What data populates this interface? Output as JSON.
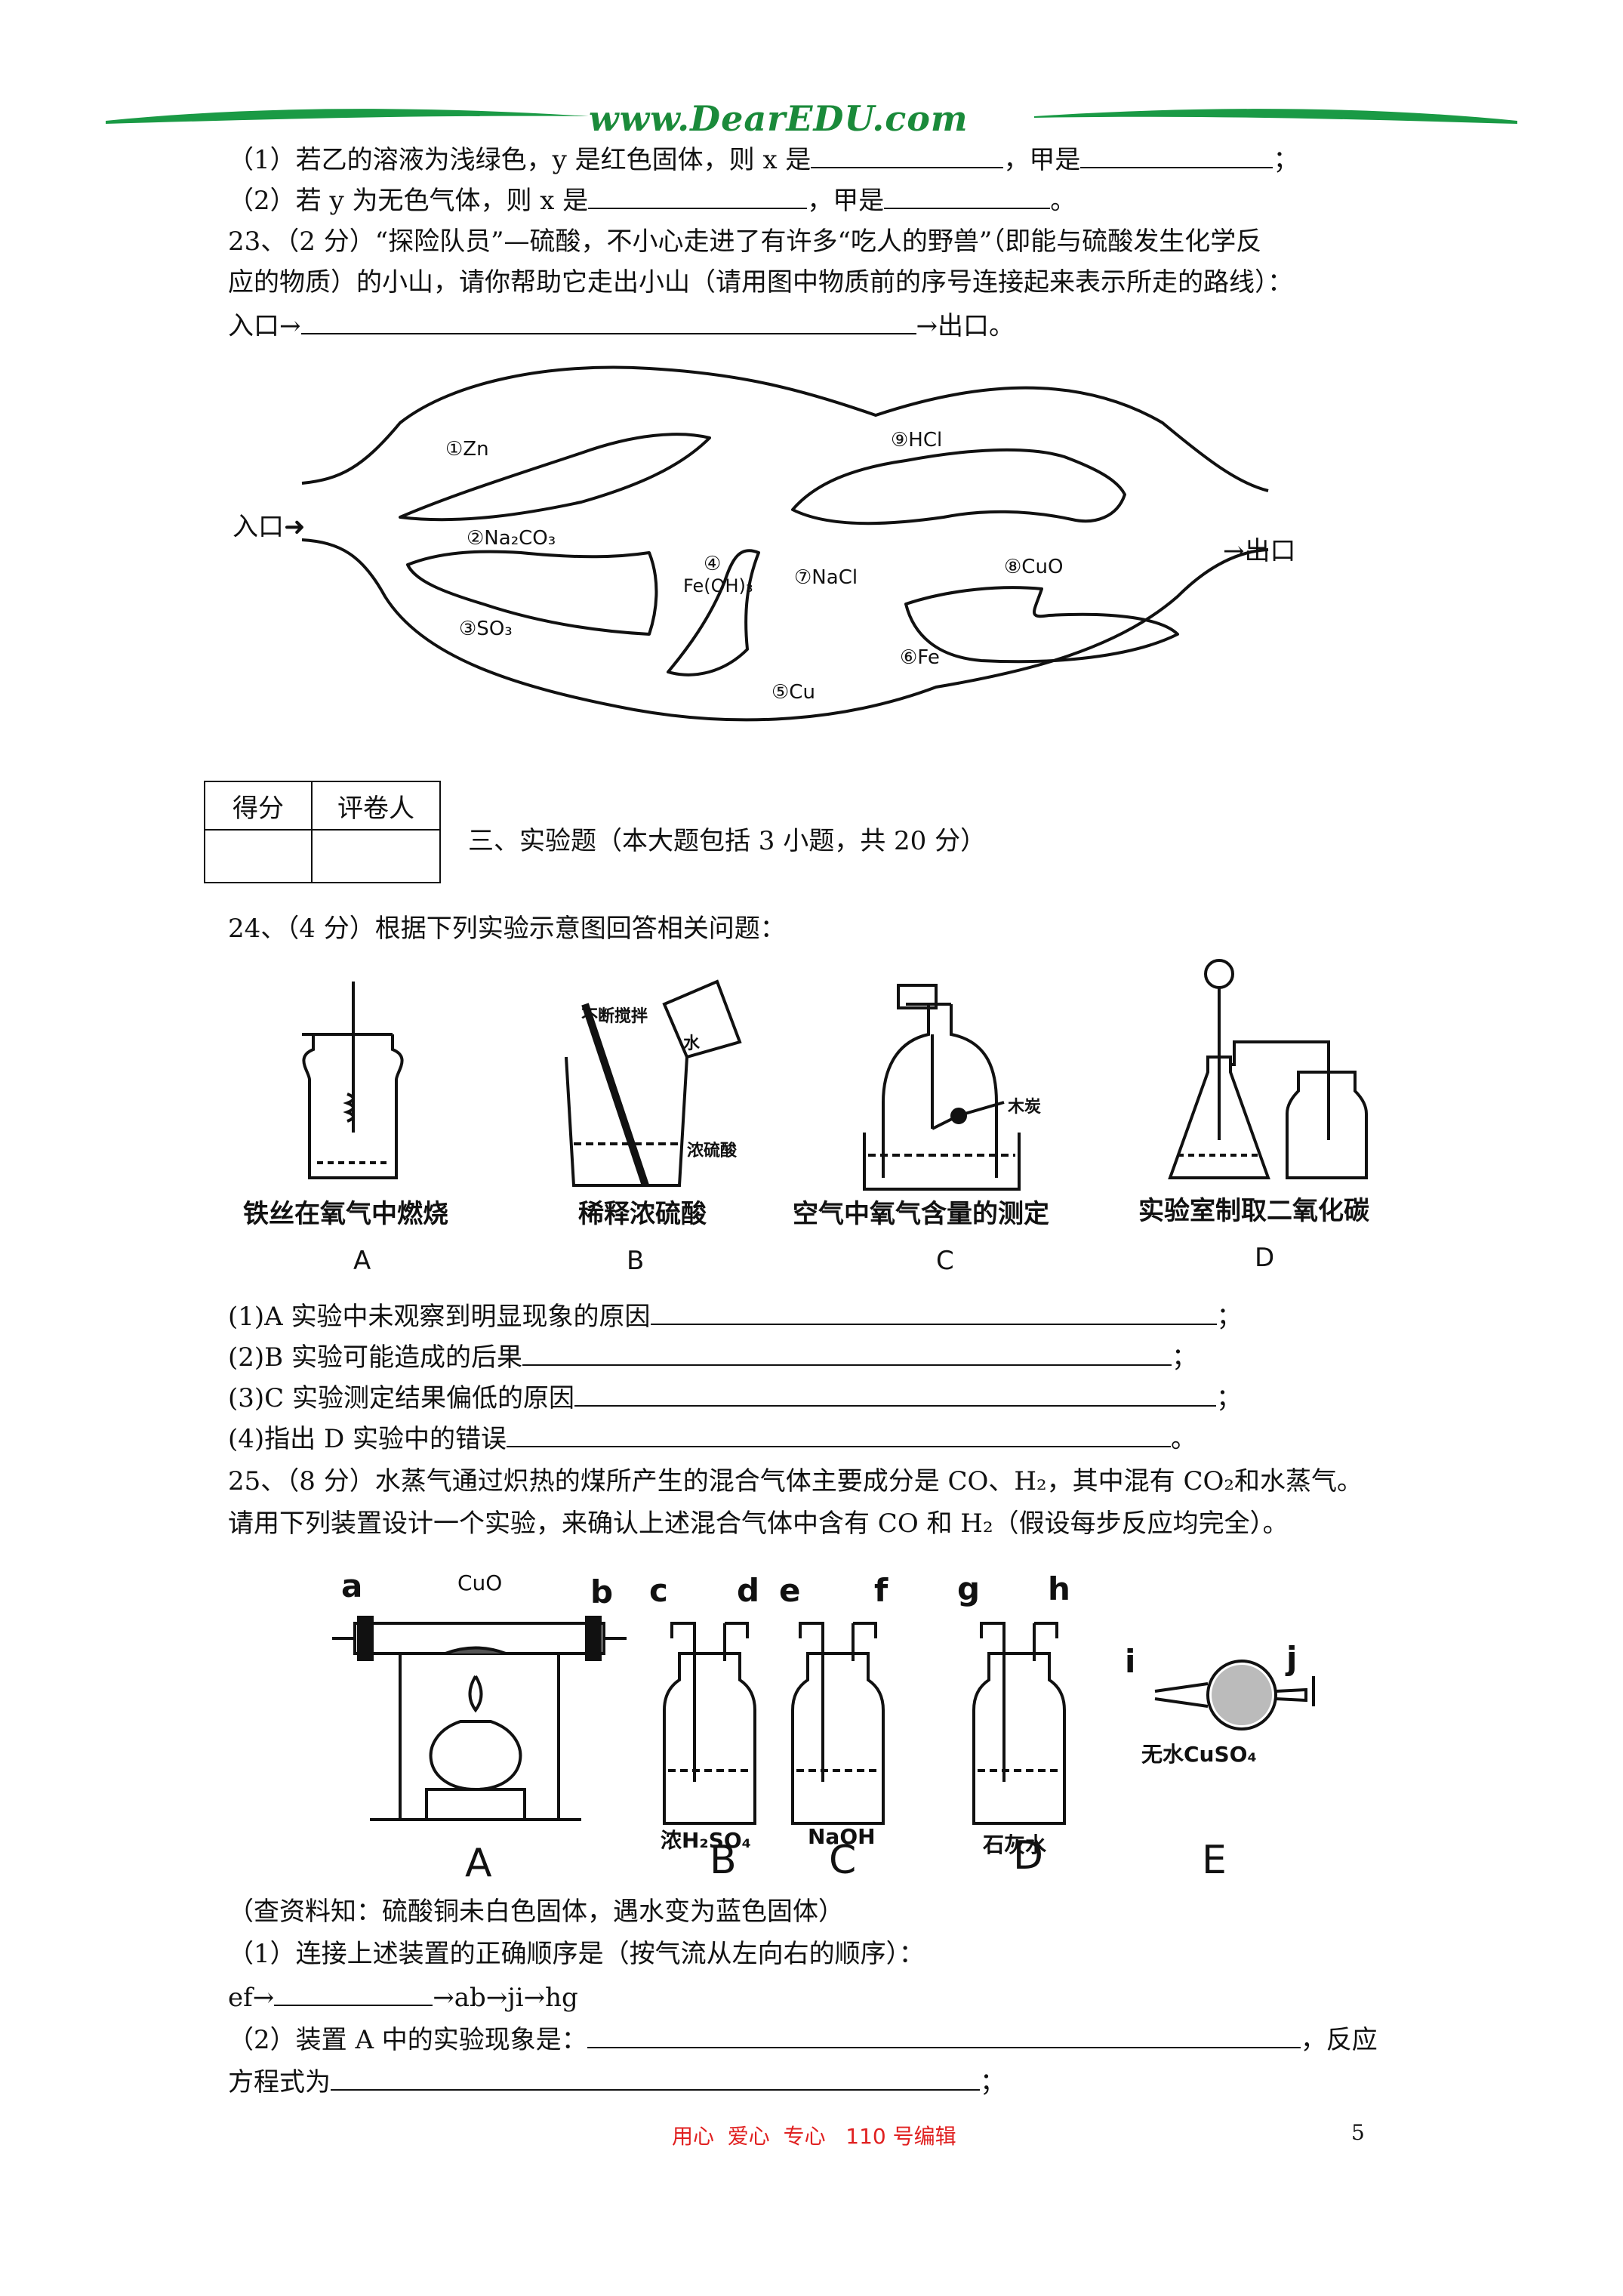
{
  "banner": {
    "text": "www.DearEDU.com"
  },
  "q22": {
    "p1": {
      "a": "（1）若乙的溶液为浅绿色，y 是红色固体，则 x 是",
      "b": "，甲是",
      "c": "；"
    },
    "p2": {
      "a": "（2）若 y 为无色气体，则 x 是",
      "b": "，甲是",
      "c": "。"
    }
  },
  "q23": {
    "line1": "23、（2 分）“探险队员”—硫酸，不小心走进了有许多“吃人的野兽”（即能与硫酸发生化学反",
    "line2": "应的物质）的小山，请你帮助它走出小山（请用图中物质前的序号连接起来表示所走的路线）：",
    "entry": "入口→",
    "exit": "→出口。",
    "map": {
      "entrance": "入口",
      "exit": "出口",
      "items": [
        "①Zn",
        "②Na₂CO₃",
        "③SO₃",
        "④",
        "Fe(OH)₃",
        "⑤Cu",
        "⑥Fe",
        "⑦NaCl",
        "⑧CuO",
        "⑨HCl"
      ]
    }
  },
  "score_box": {
    "col1": "得分",
    "col2": "评卷人"
  },
  "section3": {
    "title": "三、实验题（本大题包括 3 小题，共 20 分）"
  },
  "q24": {
    "intro": "24、（4 分）根据下列实验示意图回答相关问题：",
    "figs": [
      {
        "caption": "铁丝在氧气中燃烧",
        "letter": "A"
      },
      {
        "caption": "稀释浓硫酸",
        "letter": "B",
        "labels": [
          "不断搅拌",
          "水",
          "浓硫酸"
        ]
      },
      {
        "caption": "空气中氧气含量的测定",
        "letter": "C",
        "labels": [
          "木炭"
        ]
      },
      {
        "caption": "实验室制取二氧化碳",
        "letter": "D"
      }
    ],
    "q1": {
      "a": "(1)A 实验中未观察到明显现象的原因",
      "c": "；"
    },
    "q2": {
      "a": "(2)B 实验可能造成的后果",
      "c": "；"
    },
    "q3": {
      "a": "(3)C 实验测定结果偏低的原因",
      "c": "；"
    },
    "q4": {
      "a": "(4)指出 D 实验中的错误",
      "c": "。"
    }
  },
  "q25": {
    "line1": "25、（8 分）水蒸气通过炽热的煤所产生的混合气体主要成分是 CO、H₂，其中混有 CO₂和水蒸气。",
    "line2": "请用下列装置设计一个实验，来确认上述混合气体中含有 CO 和 H₂（假设每步反应均完全）。",
    "apparatus": {
      "ports": [
        "a",
        "b",
        "c",
        "d",
        "e",
        "f",
        "g",
        "h",
        "i",
        "j"
      ],
      "cuo": "CuO",
      "bottles": [
        "浓H₂SO₄",
        "NaOH",
        "石灰水"
      ],
      "cuso4": "无水CuSO₄",
      "letters": [
        "A",
        "B",
        "C",
        "D",
        "E"
      ]
    },
    "note": "（查资料知：硫酸铜未白色固体，遇水变为蓝色固体）",
    "s1": "（1）连接上述装置的正确顺序是（按气流从左向右的顺序）：",
    "s1_seq": {
      "a": "ef→",
      "b": "→ab→ji→hg"
    },
    "s2": {
      "a": "（2）装置 A 中的实验现象是：",
      "b": "，反应"
    },
    "s2_line2": {
      "a": "方程式为",
      "c": "；"
    }
  },
  "footer": {
    "text": "用心  爱心  专心   110 号编辑",
    "page": "5"
  }
}
